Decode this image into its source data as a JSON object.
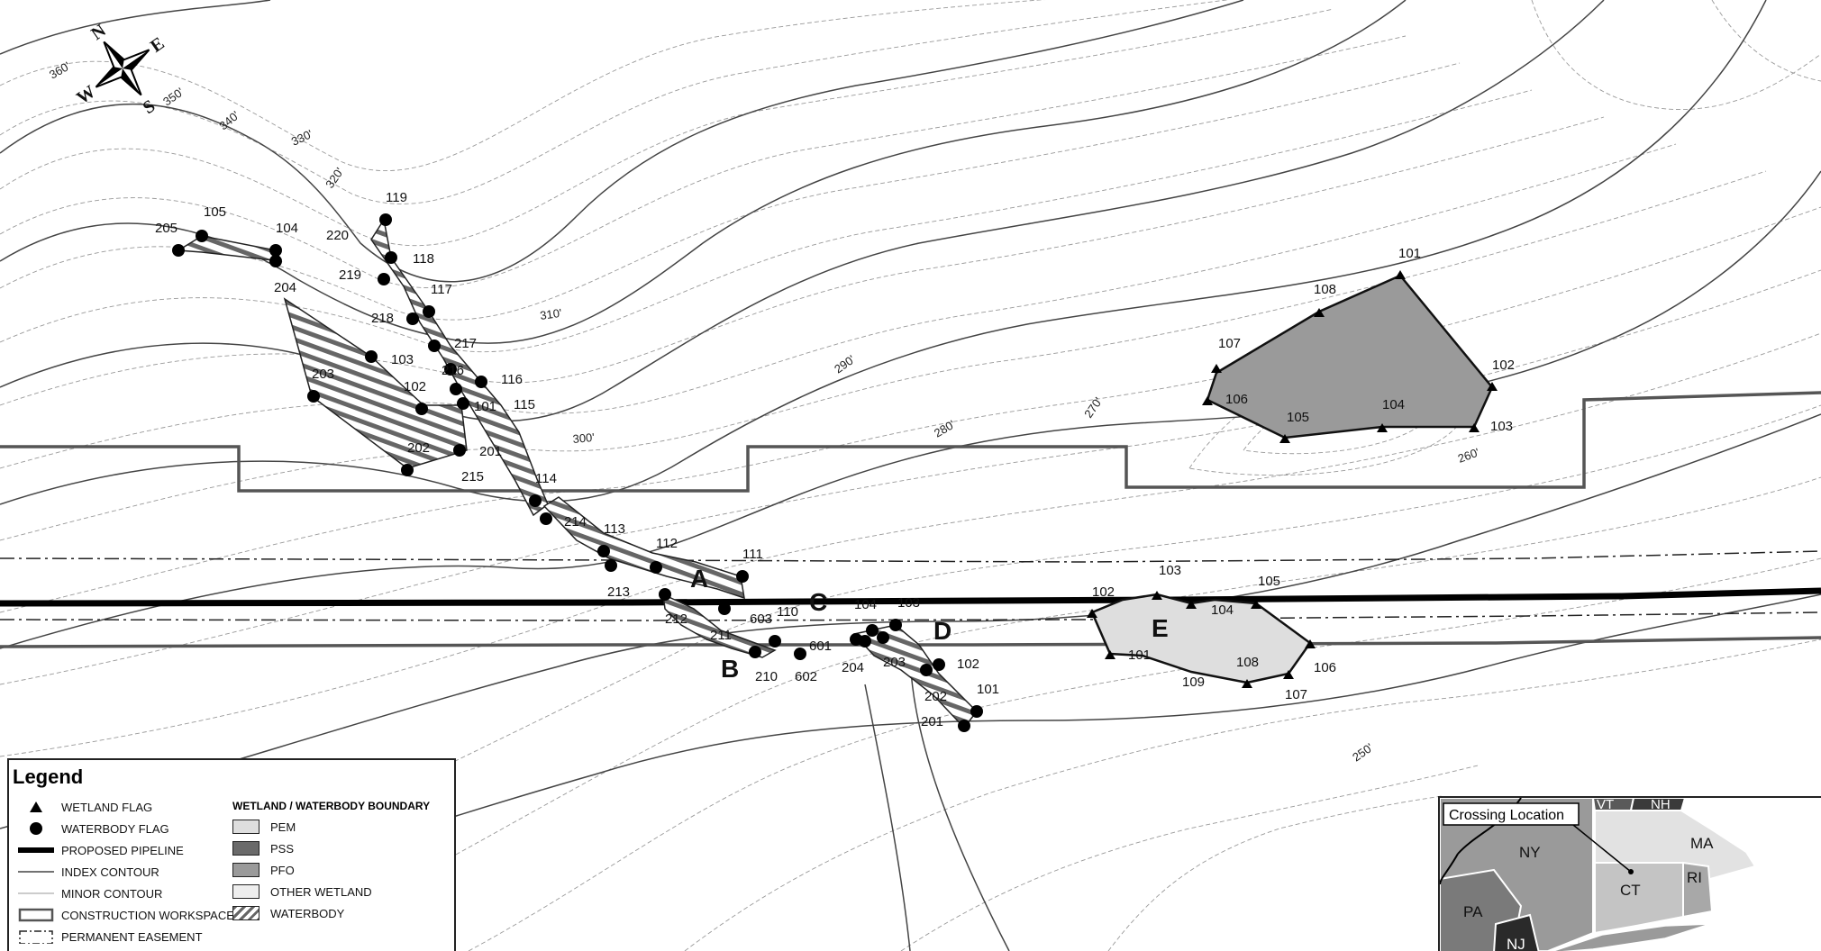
{
  "compass": {
    "n": "N",
    "s": "S",
    "e": "E",
    "w": "W"
  },
  "contour_labels": [
    "360'",
    "350'",
    "340'",
    "330'",
    "320'",
    "310'",
    "300'",
    "290'",
    "280'",
    "270'",
    "260'",
    "250'"
  ],
  "areas": [
    "A",
    "B",
    "C",
    "D",
    "E"
  ],
  "flags": [
    "205",
    "105",
    "104",
    "204",
    "220",
    "219",
    "119",
    "118",
    "117",
    "218",
    "217",
    "103",
    "216",
    "116",
    "203",
    "102",
    "101",
    "115",
    "202",
    "201",
    "215",
    "114",
    "214",
    "113",
    "112",
    "111",
    "213",
    "212",
    "211",
    "603",
    "110",
    "104",
    "103",
    "601",
    "204",
    "203",
    "102",
    "202",
    "101",
    "201",
    "210",
    "602",
    "101",
    "108",
    "107",
    "102",
    "106",
    "105",
    "104",
    "103",
    "102",
    "103",
    "105",
    "104",
    "101",
    "108",
    "106",
    "109",
    "107"
  ],
  "legend": {
    "title": "Legend",
    "items": [
      "WETLAND FLAG",
      "WATERBODY FLAG",
      "PROPOSED PIPELINE",
      "INDEX CONTOUR",
      "MINOR CONTOUR",
      "CONSTRUCTION WORKSPACE",
      "PERMANENT EASEMENT"
    ],
    "boundary_header": "WETLAND / WATERBODY BOUNDARY",
    "boundary_items": [
      "PEM",
      "PSS",
      "PFO",
      "OTHER WETLAND",
      "WATERBODY"
    ]
  },
  "inset": {
    "title": "Crossing Location",
    "states": [
      "VT",
      "NH",
      "NY",
      "MA",
      "CT",
      "RI",
      "PA",
      "NJ"
    ]
  },
  "colors": {
    "pfo": "#9a9a9a",
    "pem": "#dedede",
    "pss": "#6a6a6a",
    "nj": "#2a2a2a",
    "pa": "#7a7a7a",
    "ny": "#9a9a9a",
    "ct": "#c4c4c4",
    "ma": "#e2e2e2",
    "ri": "#a8a8a8"
  }
}
